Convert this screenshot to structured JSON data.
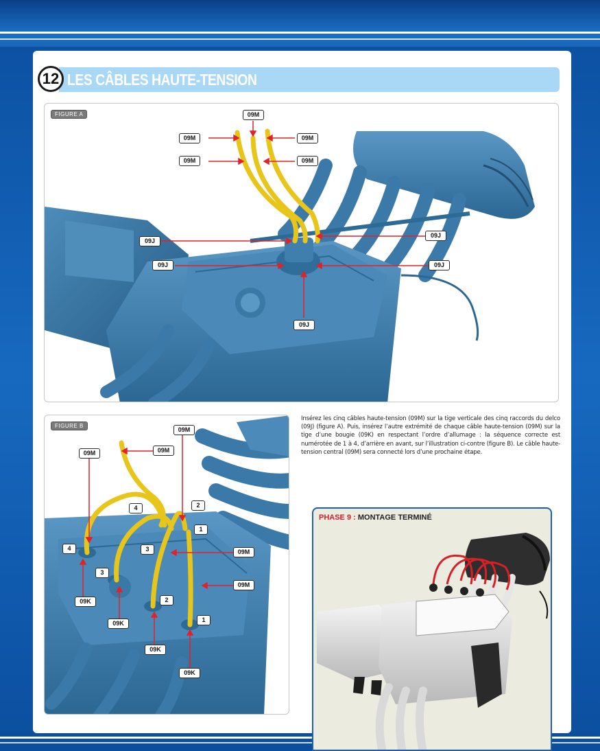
{
  "step": {
    "number": "12",
    "title": "LES CÂBLES HAUTE-TENSION"
  },
  "figure_a": {
    "tag": "FIGURE A",
    "callouts": [
      "09M",
      "09M",
      "09M",
      "09M",
      "09M",
      "09J",
      "09J",
      "09J",
      "09J",
      "09J"
    ]
  },
  "figure_b": {
    "tag": "FIGURE B",
    "callouts": [
      "09M",
      "09M",
      "09M",
      "09M",
      "09M",
      "4",
      "2",
      "1",
      "4",
      "3",
      "3",
      "2",
      "1",
      "09K",
      "09K",
      "09K",
      "09K"
    ]
  },
  "instructions": "Insérez les cinq câbles haute-tension (09M) sur la tige verticale des cinq raccords du delco (09J) (figure A). Puis, insérez l’autre extrémité de chaque câble haute-tension (09M) sur la tige d’une bougie (09K) en respectant l’ordre d’allumage : la séquence correcte est numérotée de 1 à 4, d’arrière en avant, sur l’illustration ci-contre (figure B). Le câble haute-tension central (09M) sera connecté lors d’une prochaine étape.",
  "phase": {
    "label": "PHASE 9 :",
    "title": "MONTAGE TERMINÉ"
  },
  "colors": {
    "brand_blue": "#1769c0",
    "heading_bar": "#a8d8f5",
    "engine_blue": "#3f7fae",
    "cable_yellow": "#e8c51a",
    "arrow_red": "#e0222a",
    "phase_red": "#d3202a"
  }
}
